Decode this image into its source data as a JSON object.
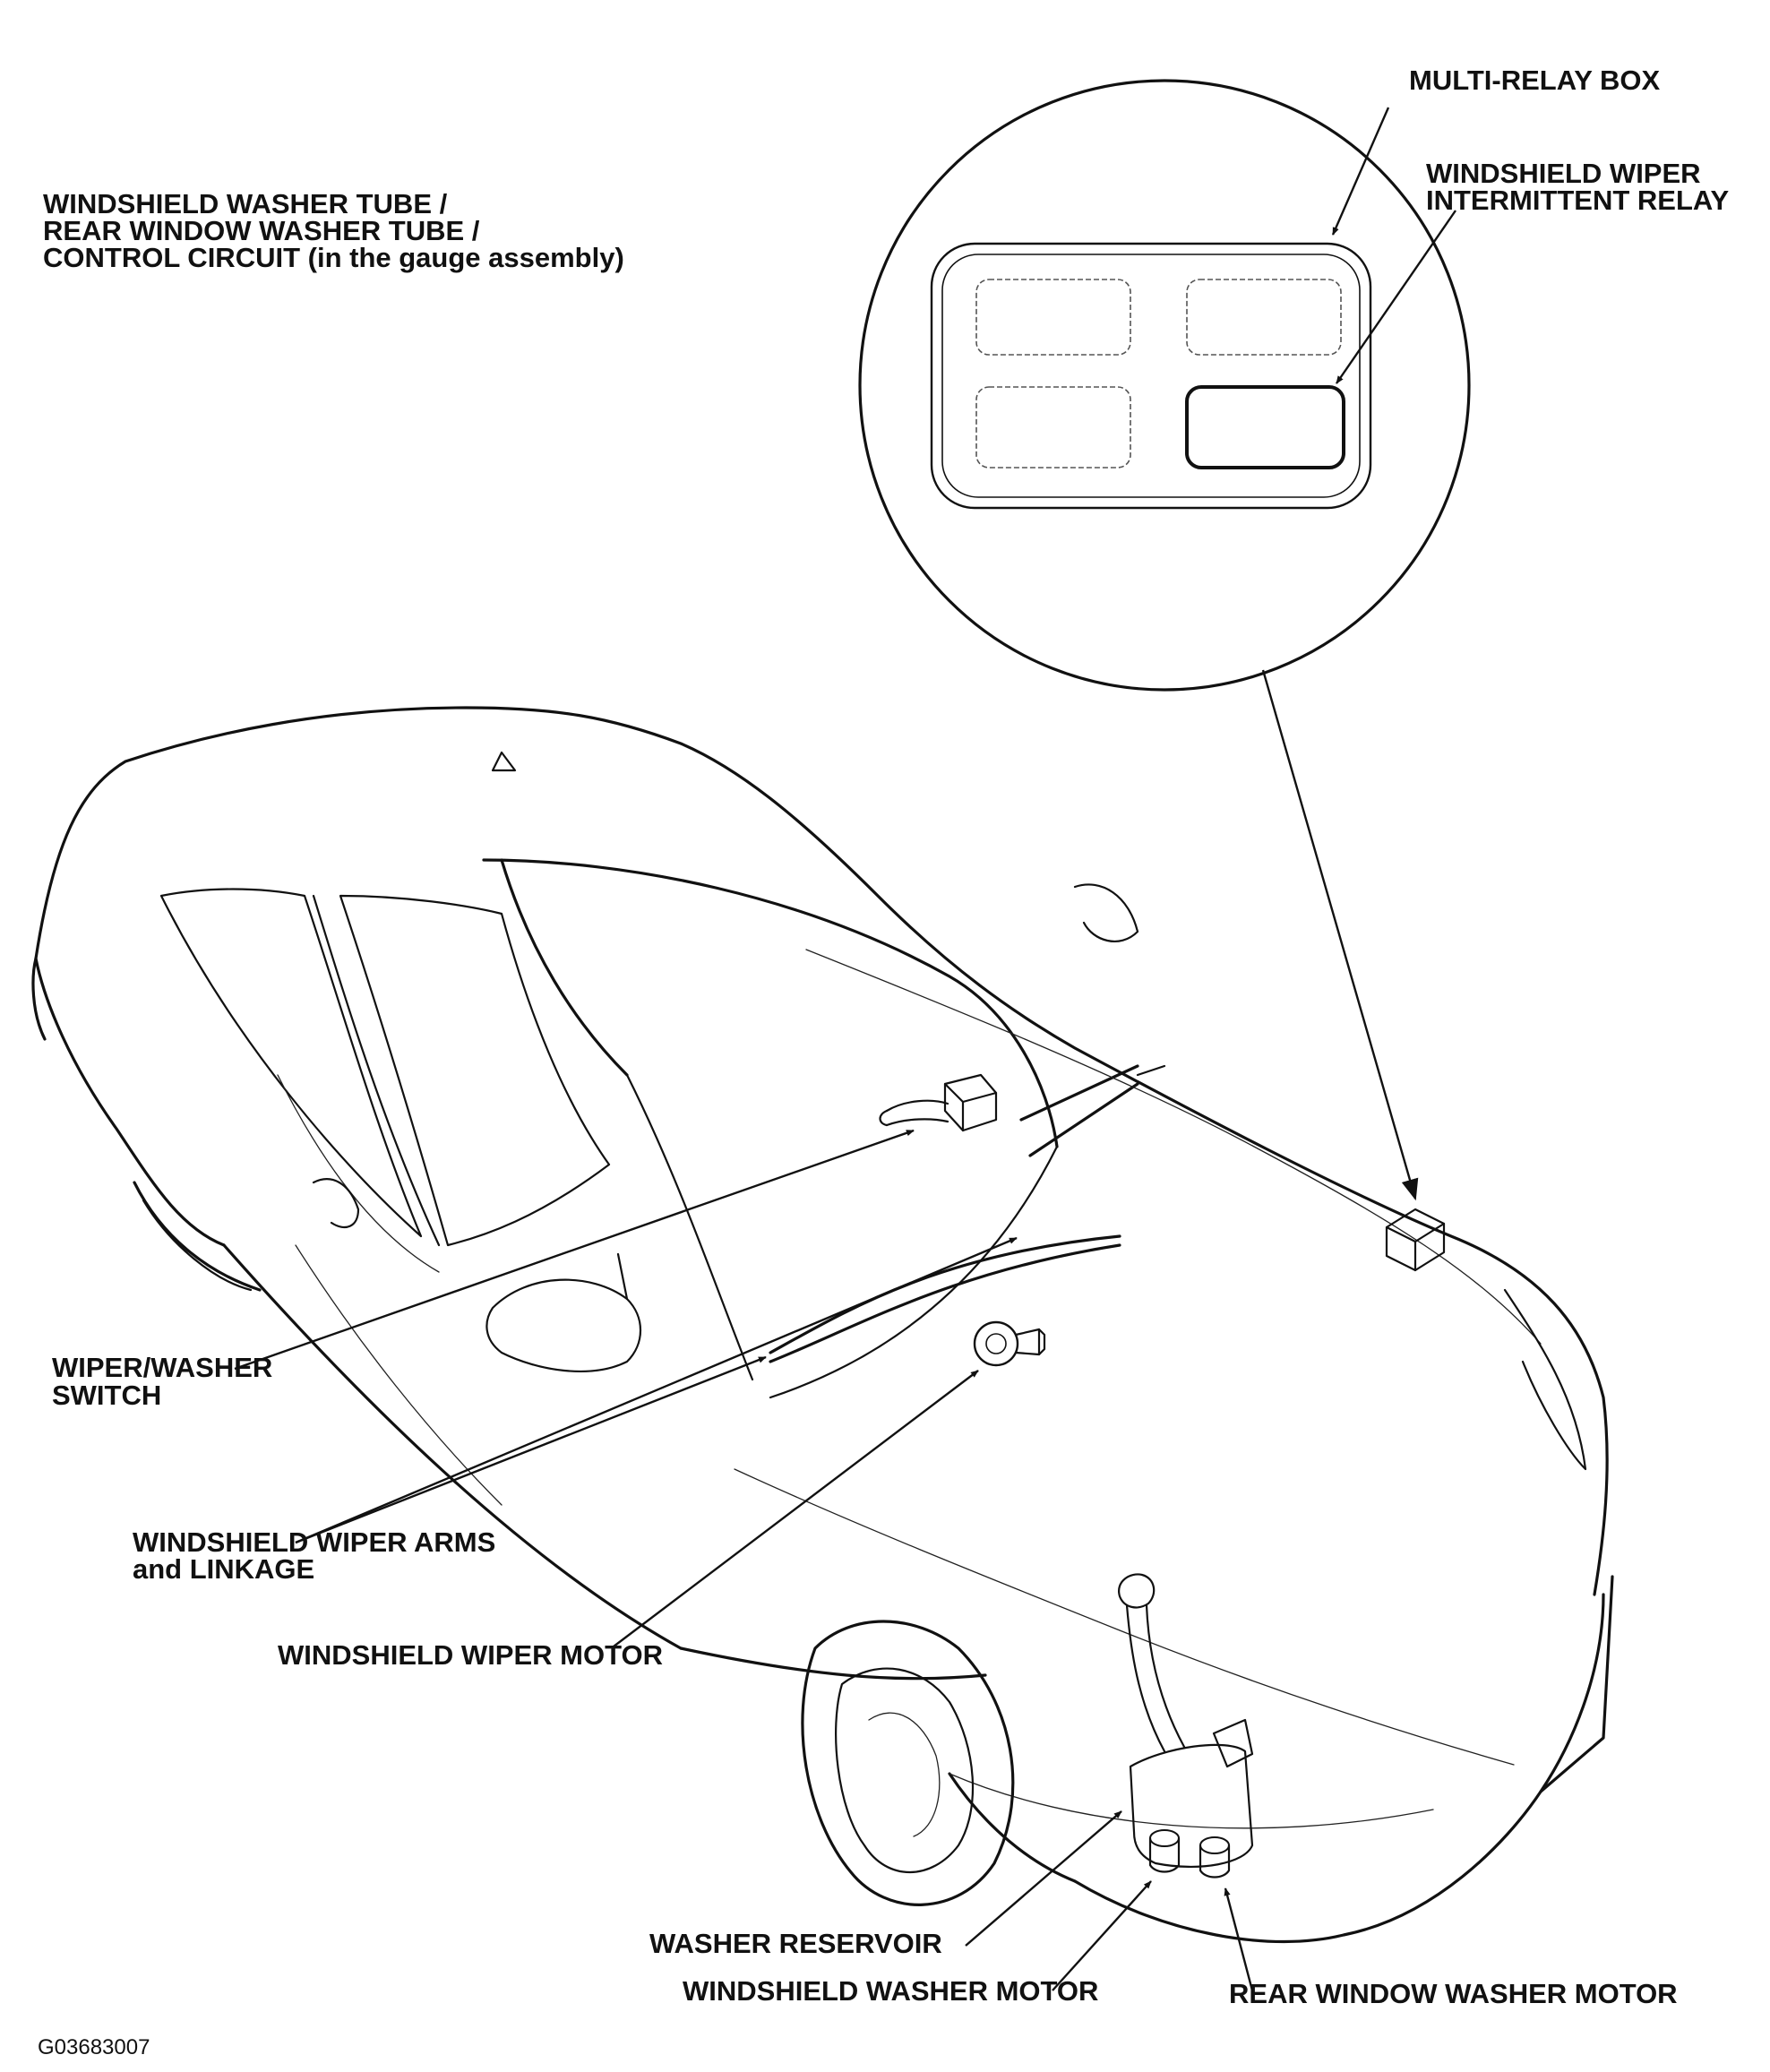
{
  "labels": {
    "tubes": [
      "WINDSHIELD WASHER TUBE /",
      "REAR WINDOW WASHER TUBE /",
      "CONTROL CIRCUIT (in the gauge assembly)"
    ],
    "multi_relay_box": "MULTI-RELAY BOX",
    "intermittent_relay": [
      "WINDSHIELD WIPER",
      "INTERMITTENT RELAY"
    ],
    "wiper_washer_switch": [
      "WIPER/WASHER",
      "SWITCH"
    ],
    "wiper_arms": [
      "WINDSHIELD WIPER ARMS",
      "and LINKAGE"
    ],
    "wiper_motor": "WINDSHIELD WIPER MOTOR",
    "washer_reservoir": "WASHER RESERVOIR",
    "windshield_washer_motor": "WINDSHIELD WASHER MOTOR",
    "rear_window_washer_motor": "REAR WINDOW WASHER MOTOR",
    "figure_code": "G03683007"
  },
  "colors": {
    "line": "#111111",
    "background": "#ffffff"
  }
}
